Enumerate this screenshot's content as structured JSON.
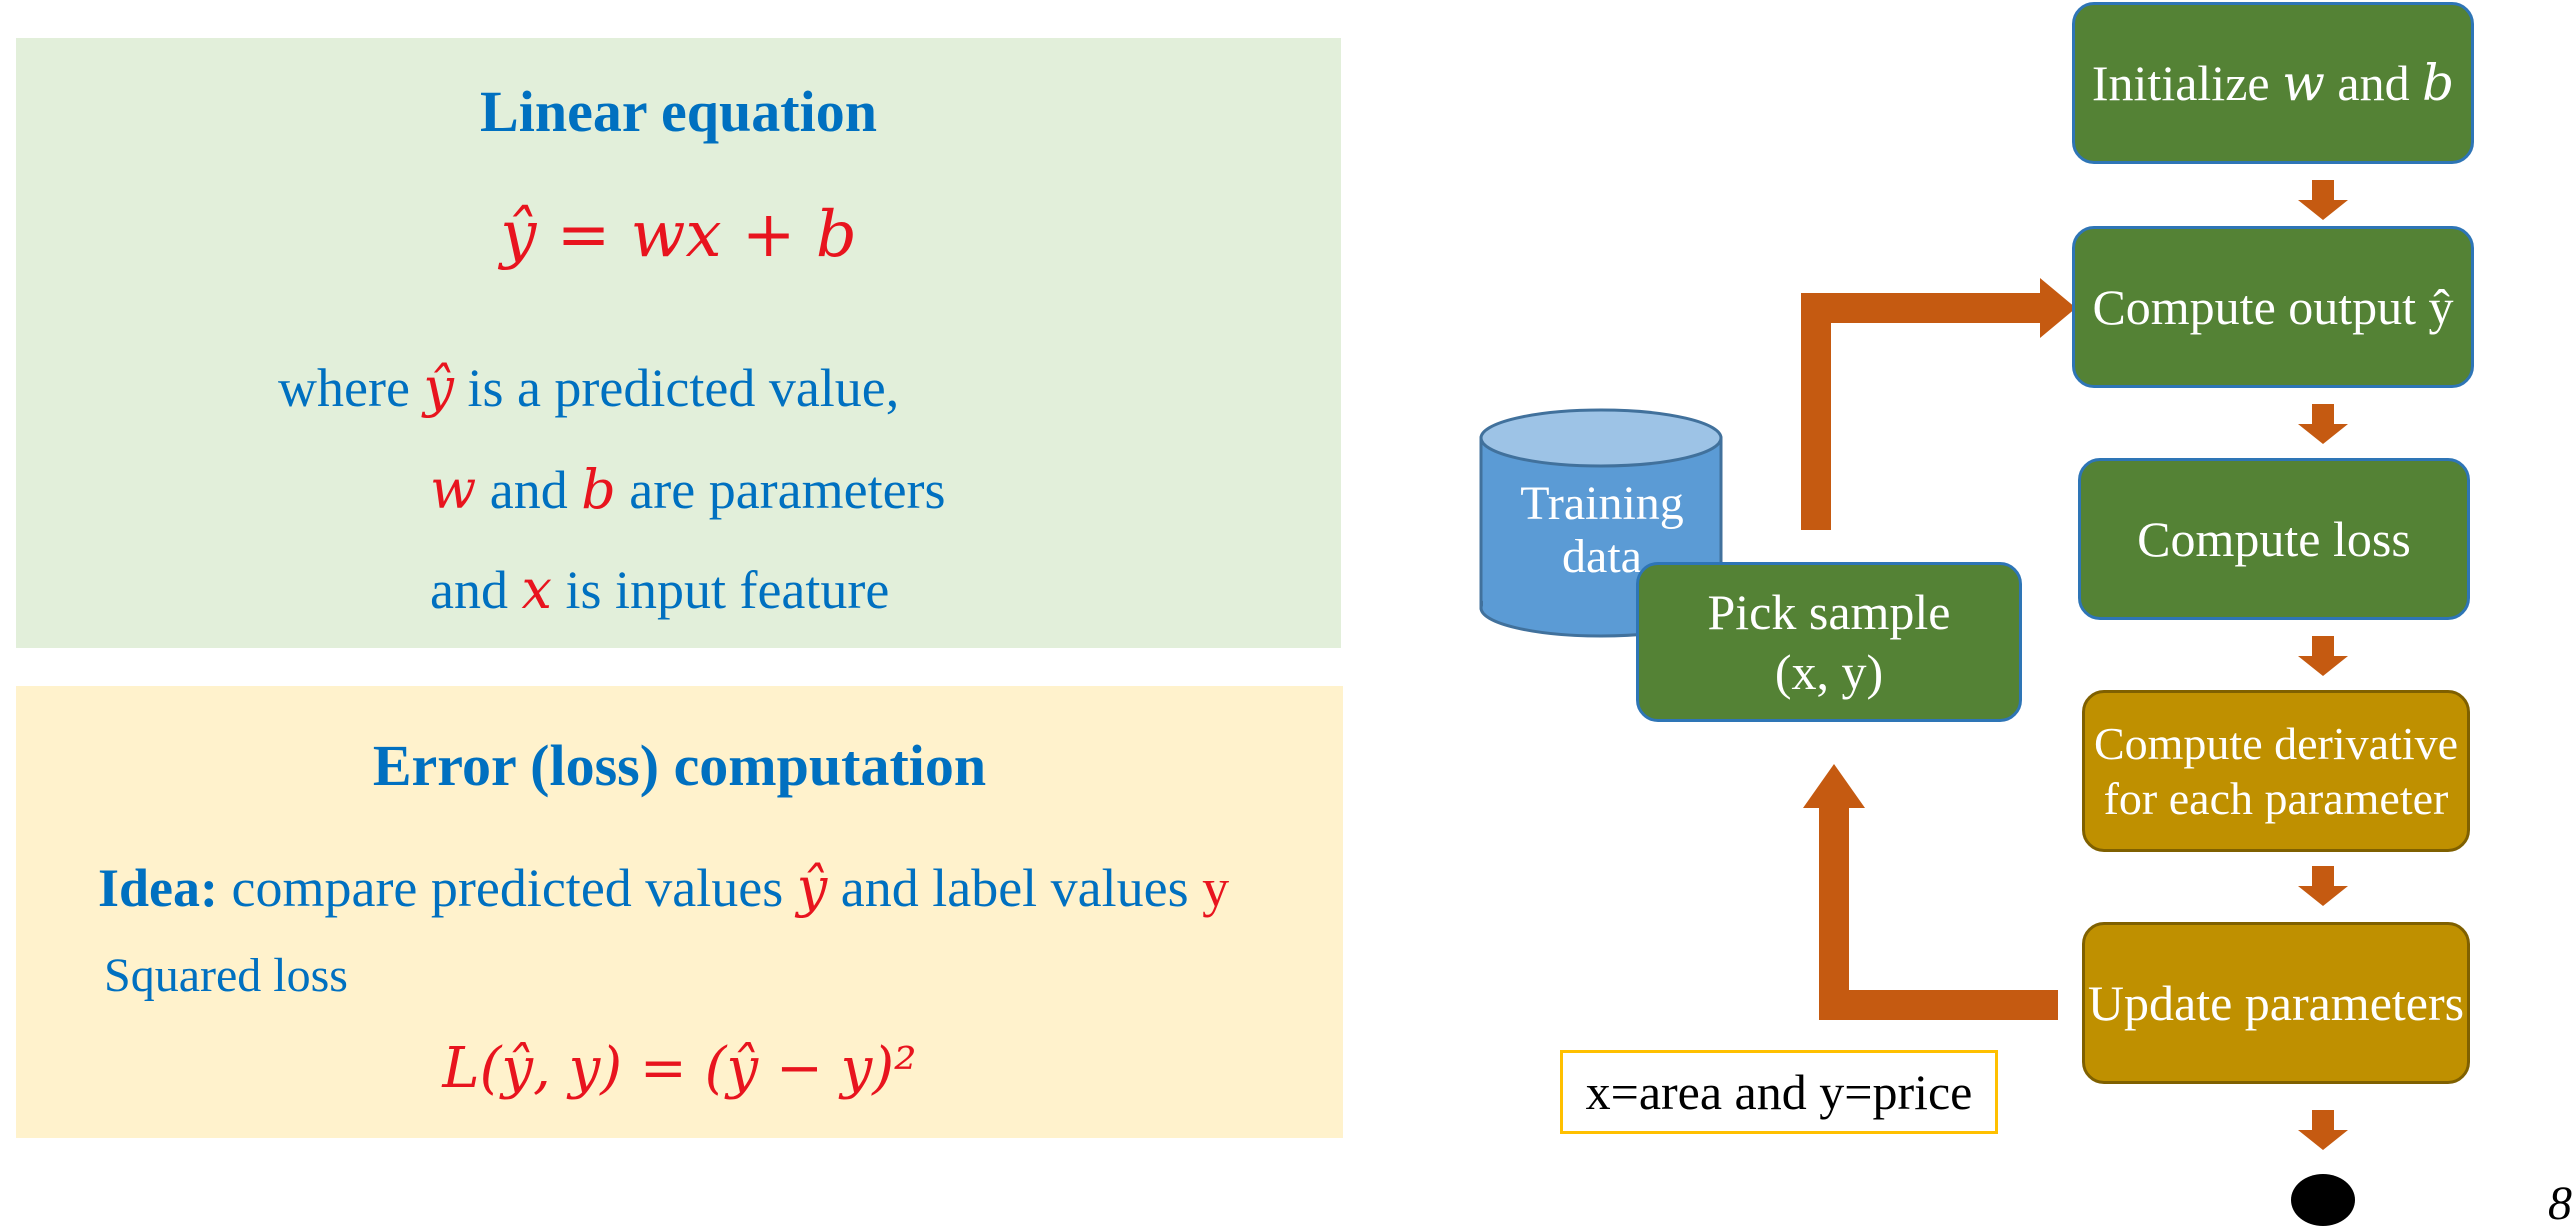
{
  "linear": {
    "title": "Linear equation",
    "equation": "ŷ = wx + b",
    "line1_pre": "where ",
    "line1_var": "ŷ",
    "line1_post": " is a predicted value,",
    "line2_var1": "w",
    "line2_mid": " and ",
    "line2_var2": "b",
    "line2_post": " are parameters",
    "line3_pre": "and ",
    "line3_var": "x",
    "line3_post": " is input feature"
  },
  "loss": {
    "title": "Error (loss) computation",
    "idea_label": "Idea:",
    "idea_text": " compare predicted values ",
    "idea_var": "ŷ",
    "idea_mid": " and label values ",
    "idea_label_var": "y",
    "squared": "Squared loss",
    "formula": "L(ŷ, y) = (ŷ − y)²"
  },
  "flow": {
    "training_data": "Training data",
    "pick_sample_line1": "Pick sample",
    "pick_sample_line2": "(x, y)",
    "step1_pre": "Initialize ",
    "step1_w": "w",
    "step1_mid": " and ",
    "step1_b": "b",
    "step2": "Compute output ŷ",
    "step3": "Compute loss",
    "step4_line1": "Compute derivative",
    "step4_line2": "for each parameter",
    "step5": "Update parameters",
    "legend": "x=area and y=price",
    "page_number": "8"
  },
  "colors": {
    "heading_blue": "#0070c0",
    "math_red": "#e8141e",
    "step_green": "#548235",
    "step_gold": "#bf9000",
    "arrow_orange": "#c55a11",
    "cylinder_blue": "#5b9bd5"
  }
}
